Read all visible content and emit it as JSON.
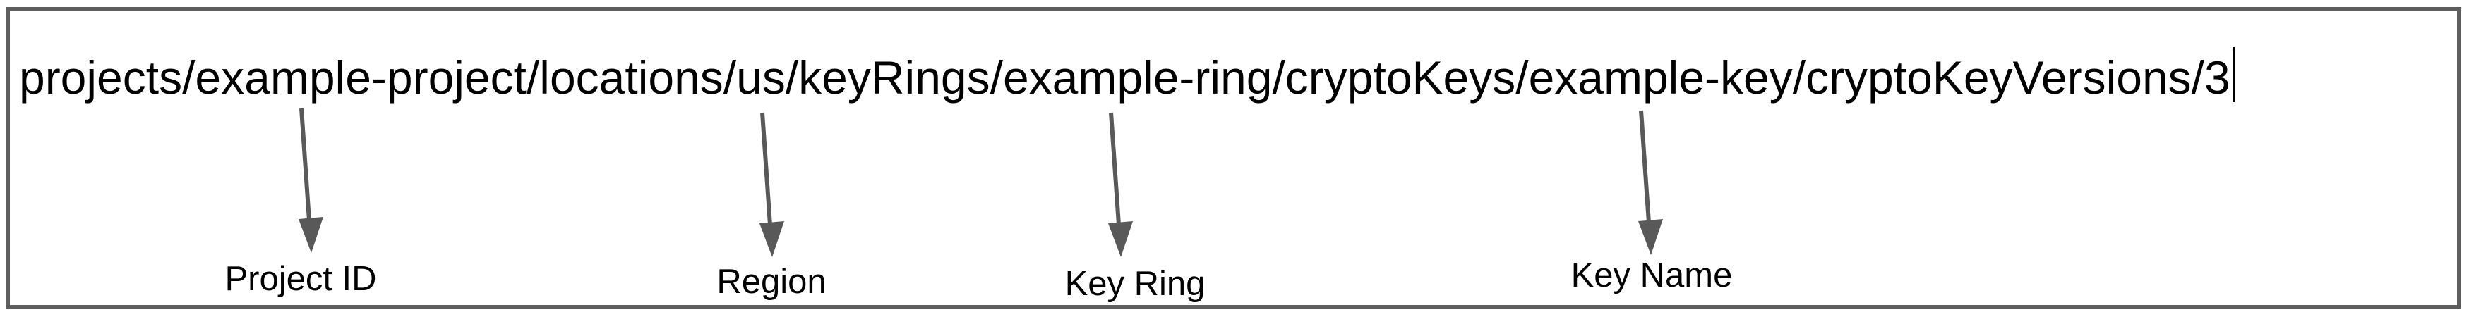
{
  "resource_path": "projects/example-project/locations/us/keyRings/example-ring/cryptoKeys/example-key/cryptoKeyVersions/3",
  "annotations": [
    {
      "id": "project_id",
      "label": "Project ID",
      "path_segment": "example-project"
    },
    {
      "id": "region",
      "label": "Region",
      "path_segment": "us"
    },
    {
      "id": "key_ring",
      "label": "Key Ring",
      "path_segment": "example-ring"
    },
    {
      "id": "key_name",
      "label": "Key Name",
      "path_segment": "example-key"
    }
  ],
  "colors": {
    "path_text": "#000000",
    "label_text": "#000000",
    "arrow": "#595959",
    "border": "#5e5e5e",
    "background": "#ffffff"
  }
}
